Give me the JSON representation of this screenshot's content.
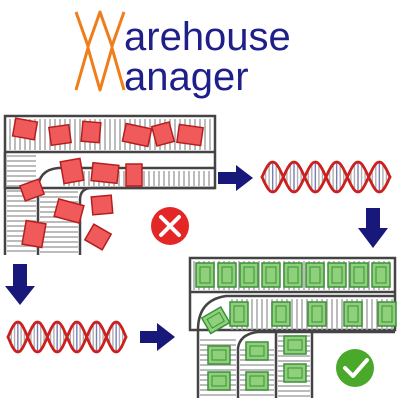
{
  "title": {
    "monogram_letters": "WM",
    "line1_rest": "arehouse",
    "line2_rest": "anager"
  },
  "colors": {
    "brand_orange": "#f07c1a",
    "title_navy": "#1f1f8a",
    "arrow_navy": "#17187a",
    "rail_gray": "#444444",
    "roller_gray": "#a6a6a6",
    "box_red": "#f05a5a",
    "box_red_border": "#b51e1e",
    "box_green": "#8fd17a",
    "box_green_border": "#3d8f3d",
    "helix_red": "#cc1f1f",
    "status_bad": "#e52626",
    "status_good": "#4aa82a"
  },
  "icons": {
    "fail": "x-circle-icon",
    "success": "check-circle-icon",
    "flow_arrow": "arrow-icon",
    "genome": "dna-helix-icon"
  }
}
